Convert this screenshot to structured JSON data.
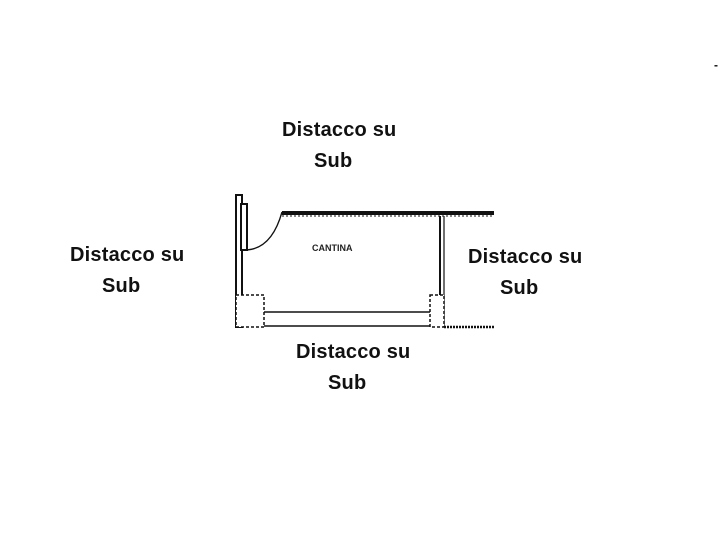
{
  "labels": {
    "top": {
      "line1": "Distacco su",
      "line2": "Sub"
    },
    "left": {
      "line1": "Distacco su",
      "line2": "Sub"
    },
    "right": {
      "line1": "Distacco su",
      "line2": "Sub"
    },
    "bottom": {
      "line1": "Distacco su",
      "line2": "Sub"
    }
  },
  "room": {
    "name": "CANTINA"
  },
  "corner_mark": "-",
  "colors": {
    "ink": "#111111",
    "background": "#ffffff"
  }
}
